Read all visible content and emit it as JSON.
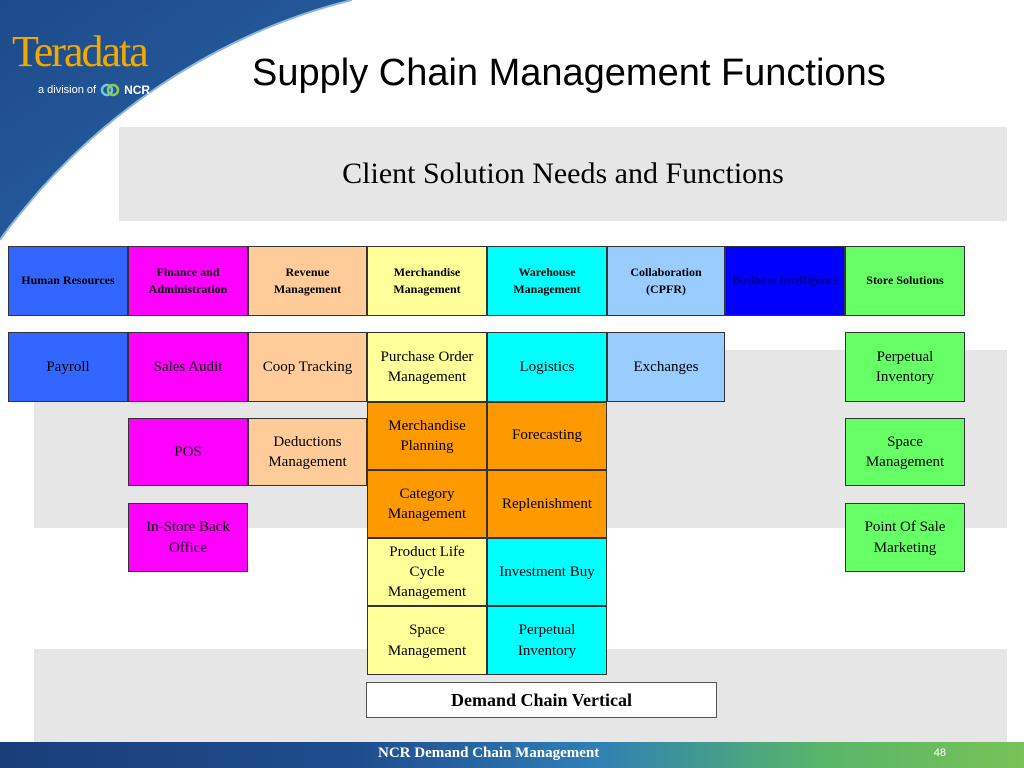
{
  "brand": {
    "logo_word": "Teradata",
    "logo_sub": "a division of",
    "logo_ncr": "NCR"
  },
  "slide": {
    "title": "Supply Chain Management Functions",
    "subtitle": "Client Solution Needs and Functions"
  },
  "columns": [
    {
      "header": "Human Resources",
      "color": "#3366ff",
      "items": [
        "Payroll"
      ]
    },
    {
      "header": "Finance and Administration",
      "color": "#ff00ff",
      "items": [
        "Sales Audit",
        "POS",
        "In-Store Back Office"
      ]
    },
    {
      "header": "Revenue Management",
      "color": "#ffcc99",
      "items": [
        "Coop Tracking",
        "Deductions Management"
      ]
    },
    {
      "header": "Merchandise Management",
      "color": "#ffff99",
      "items": [
        "Purchase Order Management",
        "Merchandise Planning",
        "Category Management",
        "Product Life Cycle Management",
        "Space Management"
      ]
    },
    {
      "header": "Warehouse Management",
      "color": "#00ffff",
      "items": [
        "Logistics",
        "Forecasting",
        "Replenishment",
        "Investment Buy",
        "Perpetual Inventory"
      ]
    },
    {
      "header": "Collaboration (CPFR)",
      "color": "#99ccff",
      "items": [
        "Exchanges"
      ]
    },
    {
      "header": "Business Intelligence",
      "color": "#0000ff",
      "items": []
    },
    {
      "header": "Store Solutions",
      "color": "#66ff66",
      "items": [
        "Perpetual Inventory",
        "Space Management",
        "Point Of Sale Marketing"
      ]
    }
  ],
  "highlight_color": "#ff9900",
  "demand_chain_label": "Demand Chain Vertical",
  "footer": {
    "text": "NCR Demand Chain Management",
    "page_number": "48"
  }
}
